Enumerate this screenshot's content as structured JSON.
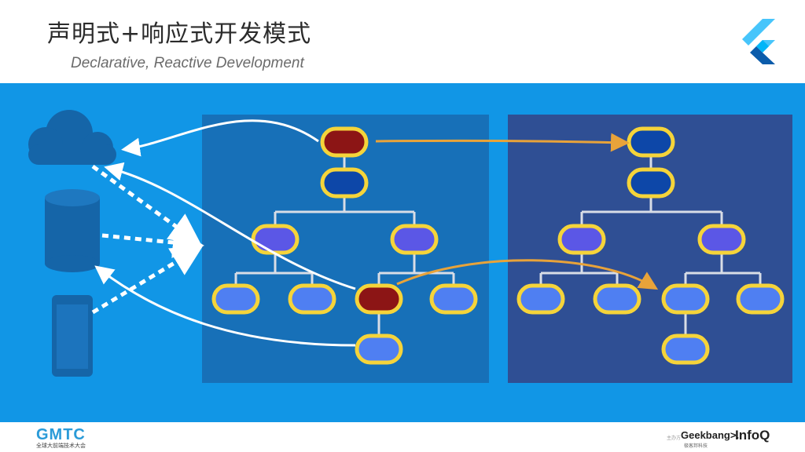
{
  "slide": {
    "title": "声明式+响应式开发模式",
    "subtitle": "Declarative, Reactive Development"
  },
  "footer": {
    "gmtc_logo": "GMTC",
    "gmtc_tagline": "全球大前端技术大会",
    "sponsor_label": "主办方",
    "geekbang_logo": "Geekbang>.",
    "geekbang_tagline": "极客邦科技",
    "infoq_logo": "InfoQ"
  },
  "icons": [
    "flutter-logo-icon",
    "cloud-icon",
    "database-icon",
    "phone-icon"
  ],
  "colors": {
    "stage": "#1196e6",
    "panel_left": "#1770b8",
    "panel_right": "#2f4f94",
    "node_changed": "#8c1515",
    "node_dark": "#0d47a8",
    "node_purple": "#5b57e6",
    "node_light": "#4f7ff2",
    "node_border": "#f5d43a",
    "arrow_orange": "#e8a33a"
  }
}
